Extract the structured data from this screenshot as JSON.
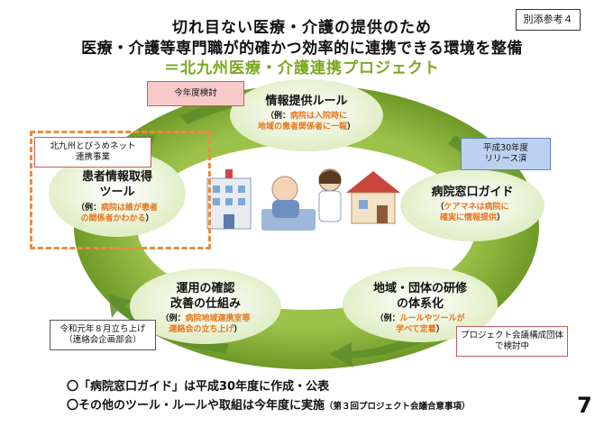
{
  "header": {
    "line1": "切れ目ない医療・介護の提供のため",
    "line2": "医療・介護等専門職が的確かつ効率的に連携できる環境を整備",
    "line3": "＝北九州医療・介護連携プロジェクト",
    "ref_badge": "別添参考４"
  },
  "cycle": {
    "node_top": {
      "title": "情報提供ルール",
      "example_prefix": "（例：",
      "example_line1": "病院は入院時に",
      "example_line2": "地域の患者関係者に一報",
      "example_suffix": "）"
    },
    "node_right": {
      "title": "病院窓口ガイド",
      "example_prefix": "（",
      "example_line1": "ケアマネは病院に",
      "example_line2": "確実に情報提供",
      "example_suffix": "）"
    },
    "node_bottom_right": {
      "title_line1": "地域・団体の研修",
      "title_line2": "の体系化",
      "example_prefix": "（例：",
      "example_line1": "ルールやツールが",
      "example_line2": "学べて定着",
      "example_suffix": "）"
    },
    "node_bottom_left": {
      "title_line1": "運用の確認",
      "title_line2": "改善の仕組み",
      "example_prefix": "（例：",
      "example_line1": "病院地域連携室等",
      "example_line2": "連絡会の立ち上げ",
      "example_suffix": "）"
    },
    "node_left": {
      "title_line1": "患者情報取得",
      "title_line2": "ツール",
      "example_prefix": "（例：",
      "example_line1": "病院は誰が患者",
      "example_line2": "の関係者かわかる",
      "example_suffix": "）"
    }
  },
  "tags": {
    "this_year": "今年度検討",
    "h30_line1": "平成30年度",
    "h30_line2": "リリース済",
    "kitakyushu_line1": "北九州とびうめネット",
    "kitakyushu_line2": "連携事業",
    "r1_line1": "令和元年８月立ち上げ",
    "r1_line2": "（連絡会企画部会）",
    "project_line1": "プロジェクト会議構成団体",
    "project_line2": "で検討中"
  },
  "footer": {
    "line1": "〇「病院窓口ガイド」は平成30年度に作成・公表",
    "line2_main": "〇その他のツール・ルールや取組は今年度に実施",
    "line2_note": "（第３回プロジェクト会議合意事項）",
    "page_number": "7"
  },
  "colors": {
    "ring": "#86b133",
    "ring_light": "#e9f3d2",
    "node_fill": "#eef6dc",
    "accent_orange": "#e8741c",
    "title_green": "#7aa81e",
    "dashed_orange": "#ef8a3a",
    "arrow_green": "#5e8d2a"
  },
  "icons": [
    "hospital-icon",
    "patient-icon",
    "nurse-icon",
    "house-icon"
  ]
}
